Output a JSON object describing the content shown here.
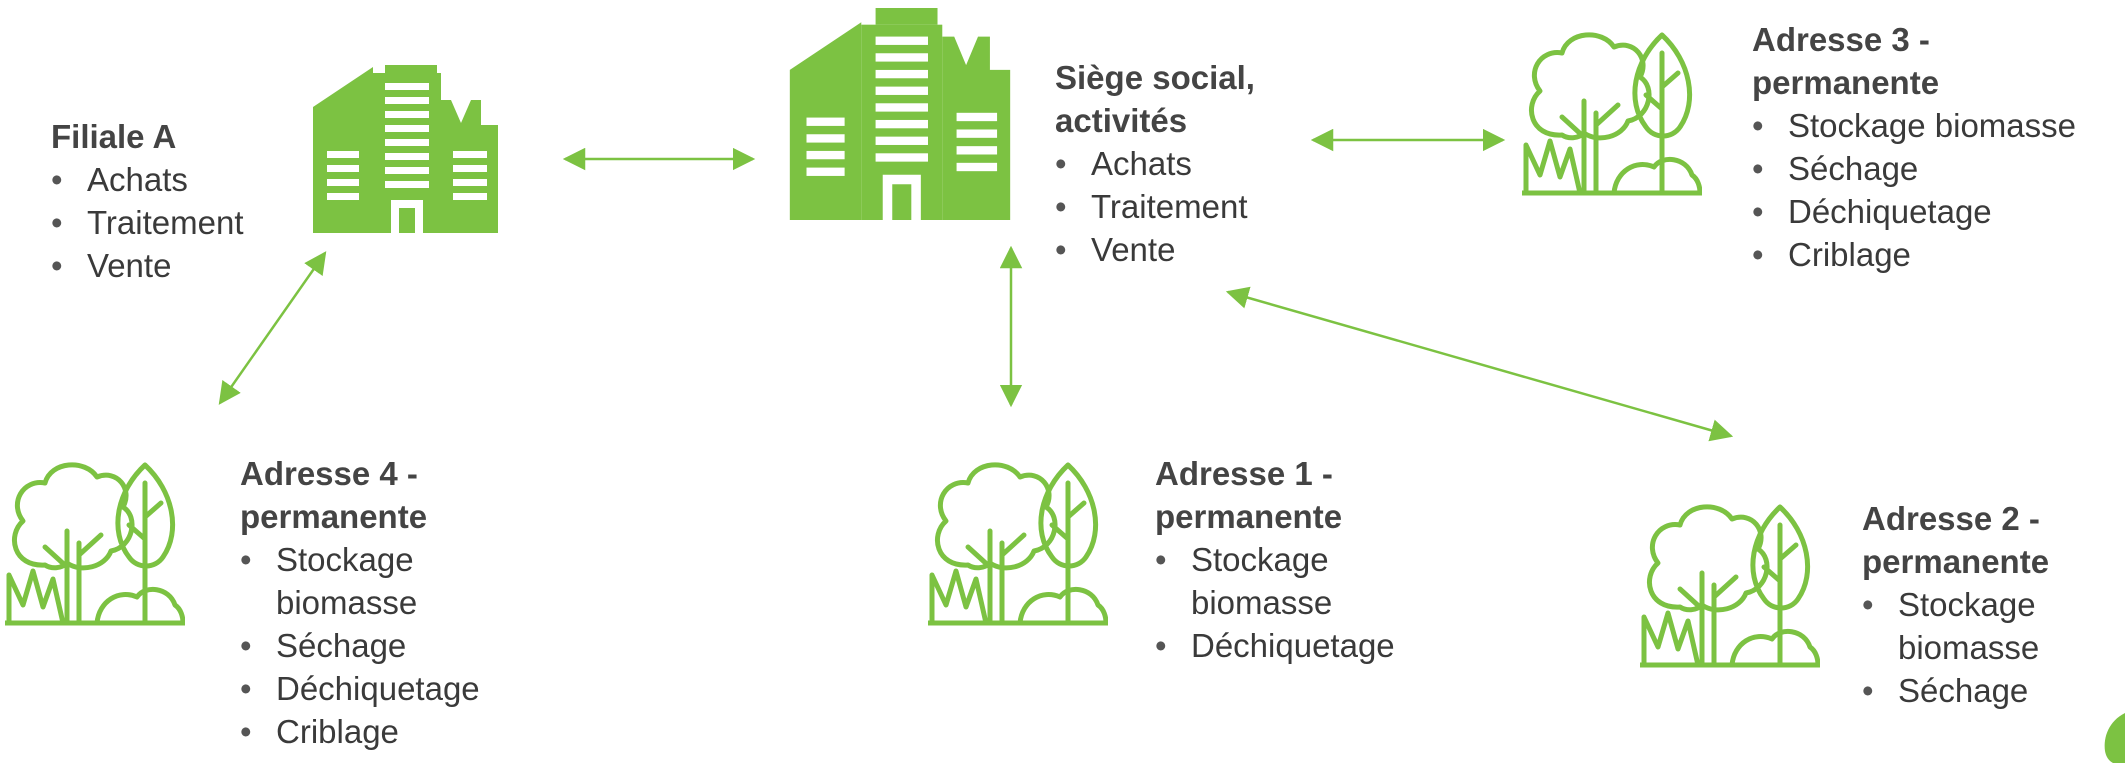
{
  "colors": {
    "accent": "#7cc242",
    "text": "#3a3a3a"
  },
  "icons": {
    "building": "office-building-icon",
    "forest": "forest-trees-icon"
  },
  "filiale_a": {
    "title": "Filiale A",
    "items": [
      "Achats",
      "Traitement",
      "Vente"
    ]
  },
  "siege": {
    "title_line1": "Siège social,",
    "title_line2": "activités",
    "items": [
      "Achats",
      "Traitement",
      "Vente"
    ]
  },
  "adresse3": {
    "title_line1": "Adresse 3 -",
    "title_line2": "permanente",
    "items": [
      "Stockage biomasse",
      "Séchage",
      "Déchiquetage",
      "Criblage"
    ]
  },
  "adresse4": {
    "title_line1": "Adresse 4 -",
    "title_line2": "permanente",
    "items": [
      "Stockage biomasse",
      "Séchage",
      "Déchiquetage",
      "Criblage"
    ]
  },
  "adresse1": {
    "title_line1": "Adresse 1 -",
    "title_line2": "permanente",
    "items": [
      "Stockage biomasse",
      "Déchiquetage"
    ]
  },
  "adresse2": {
    "title_line1": "Adresse 2 -",
    "title_line2": "permanente",
    "items": [
      "Stockage biomasse",
      "Séchage"
    ]
  }
}
